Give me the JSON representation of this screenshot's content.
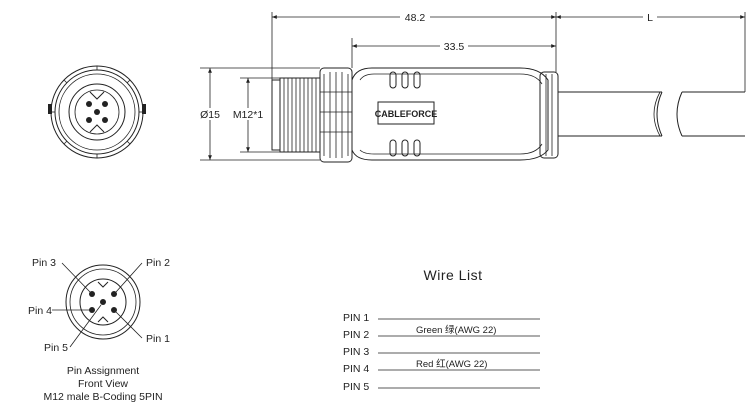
{
  "dimensions": {
    "overall_length": "48.2",
    "body_length": "33.5",
    "cable_length": "L",
    "diameter": "Ø15",
    "thread": "M12*1"
  },
  "brand": "CABLEFORCE",
  "pin_assignment": {
    "labels": [
      "Pin 3",
      "Pin 2",
      "Pin 4",
      "Pin 1",
      "Pin 5"
    ],
    "caption": [
      "Pin  Assignment",
      "Front  View",
      "M12 male B-Coding 5PIN"
    ]
  },
  "wire_list": {
    "title": "Wire  List",
    "rows": [
      {
        "pin": "PIN 1",
        "note": ""
      },
      {
        "pin": "PIN 2",
        "note": "Green  绿(AWG 22)"
      },
      {
        "pin": "PIN 3",
        "note": ""
      },
      {
        "pin": "PIN 4",
        "note": "Red    红(AWG 22)"
      },
      {
        "pin": "PIN 5",
        "note": ""
      }
    ]
  }
}
